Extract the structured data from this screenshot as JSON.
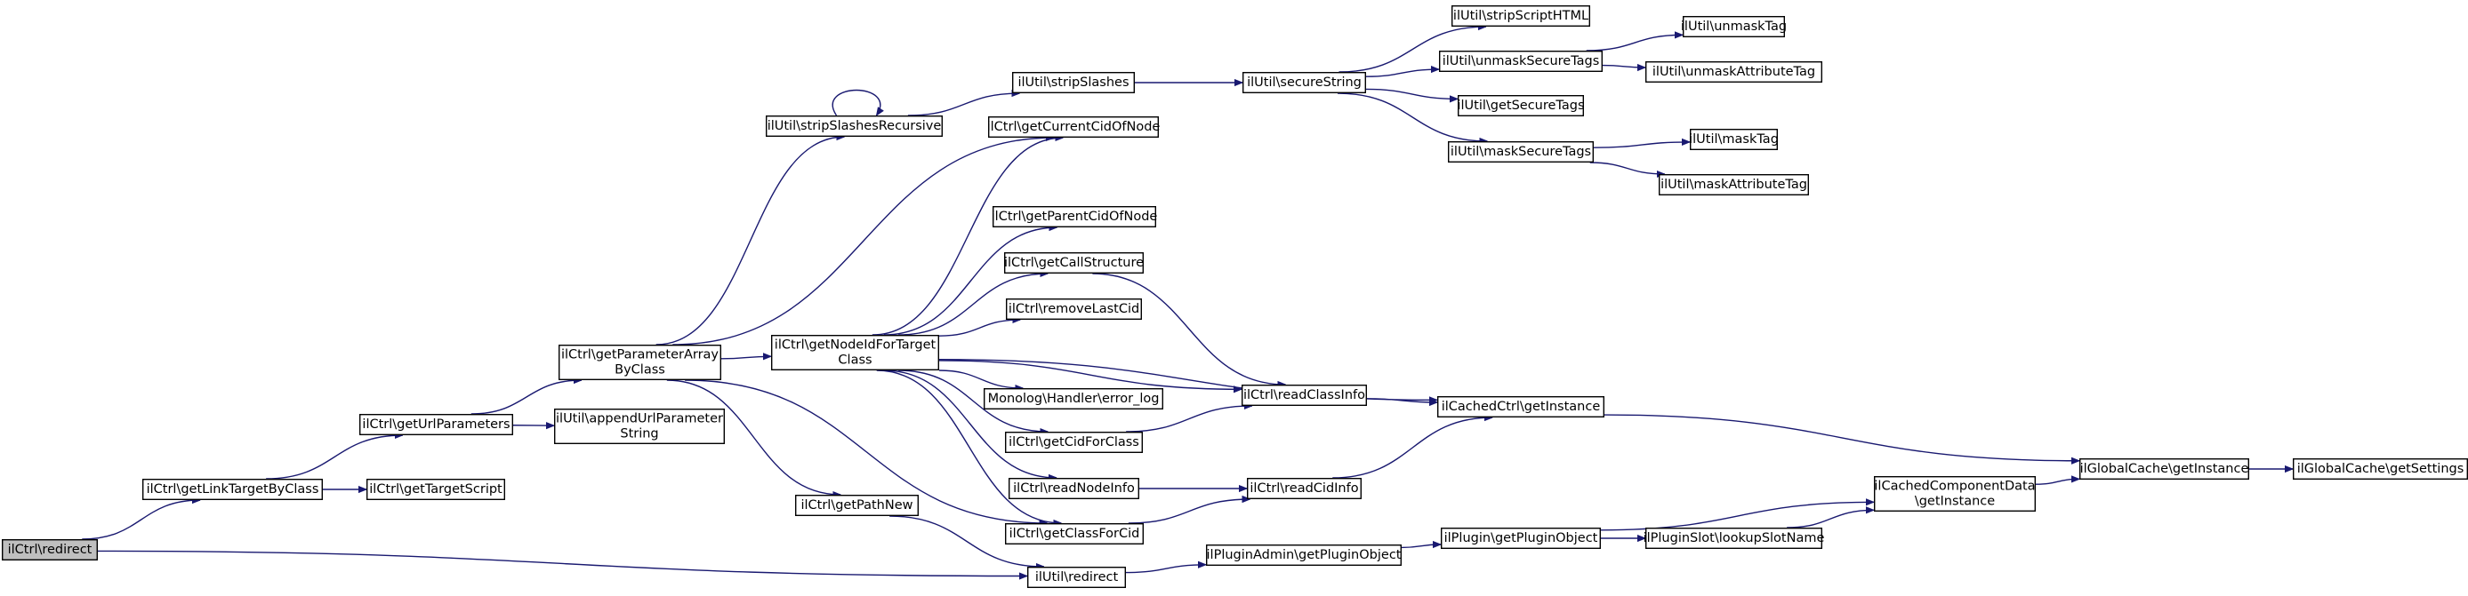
{
  "graph": {
    "root": "redirect",
    "nodes": [
      {
        "id": "redirect",
        "label": [
          "ilCtrl\\redirect"
        ]
      },
      {
        "id": "getLinkTargetByClass",
        "label": [
          "ilCtrl\\getLinkTargetByClass"
        ]
      },
      {
        "id": "utilRedirect",
        "label": [
          "ilUtil\\redirect"
        ]
      },
      {
        "id": "getUrlParameters",
        "label": [
          "ilCtrl\\getUrlParameters"
        ]
      },
      {
        "id": "getTargetScript",
        "label": [
          "ilCtrl\\getTargetScript"
        ]
      },
      {
        "id": "getParameterArrayByClass",
        "label": [
          "ilCtrl\\getParameterArray",
          "ByClass"
        ]
      },
      {
        "id": "appendUrlParameterString",
        "label": [
          "ilUtil\\appendUrlParameter",
          "String"
        ]
      },
      {
        "id": "stripSlashesRecursive",
        "label": [
          "ilUtil\\stripSlashesRecursive"
        ]
      },
      {
        "id": "getNodeIdForTargetClass",
        "label": [
          "ilCtrl\\getNodeIdForTarget",
          "Class"
        ]
      },
      {
        "id": "getPathNew",
        "label": [
          "ilCtrl\\getPathNew"
        ]
      },
      {
        "id": "getClassForCid",
        "label": [
          "ilCtrl\\getClassForCid"
        ]
      },
      {
        "id": "stripSlashes",
        "label": [
          "ilUtil\\stripSlashes"
        ]
      },
      {
        "id": "getCurrentCidOfNode",
        "label": [
          "ilCtrl\\getCurrentCidOfNode"
        ]
      },
      {
        "id": "getParentCidOfNode",
        "label": [
          "ilCtrl\\getParentCidOfNode"
        ]
      },
      {
        "id": "getCallStructure",
        "label": [
          "ilCtrl\\getCallStructure"
        ]
      },
      {
        "id": "removeLastCid",
        "label": [
          "ilCtrl\\removeLastCid"
        ]
      },
      {
        "id": "errorLog",
        "label": [
          "Monolog\\Handler\\error_log"
        ]
      },
      {
        "id": "getCidForClass",
        "label": [
          "ilCtrl\\getCidForClass"
        ]
      },
      {
        "id": "readNodeInfo",
        "label": [
          "ilCtrl\\readNodeInfo"
        ]
      },
      {
        "id": "getPluginObjectAdmin",
        "label": [
          "ilPluginAdmin\\getPluginObject"
        ]
      },
      {
        "id": "secureString",
        "label": [
          "ilUtil\\secureString"
        ]
      },
      {
        "id": "readClassInfo",
        "label": [
          "ilCtrl\\readClassInfo"
        ]
      },
      {
        "id": "readCidInfo",
        "label": [
          "ilCtrl\\readCidInfo"
        ]
      },
      {
        "id": "getPluginObjectPlugin",
        "label": [
          "ilPlugin\\getPluginObject"
        ]
      },
      {
        "id": "stripScriptHTML",
        "label": [
          "ilUtil\\stripScriptHTML"
        ]
      },
      {
        "id": "unmaskSecureTags",
        "label": [
          "ilUtil\\unmaskSecureTags"
        ]
      },
      {
        "id": "getSecureTags",
        "label": [
          "ilUtil\\getSecureTags"
        ]
      },
      {
        "id": "maskSecureTags",
        "label": [
          "ilUtil\\maskSecureTags"
        ]
      },
      {
        "id": "cachedCtrlGetInstance",
        "label": [
          "ilCachedCtrl\\getInstance"
        ]
      },
      {
        "id": "lookupSlotName",
        "label": [
          "ilPluginSlot\\lookupSlotName"
        ]
      },
      {
        "id": "unmaskTag",
        "label": [
          "ilUtil\\unmaskTag"
        ]
      },
      {
        "id": "unmaskAttributeTag",
        "label": [
          "ilUtil\\unmaskAttributeTag"
        ]
      },
      {
        "id": "maskTag",
        "label": [
          "ilUtil\\maskTag"
        ]
      },
      {
        "id": "maskAttributeTag",
        "label": [
          "ilUtil\\maskAttributeTag"
        ]
      },
      {
        "id": "cachedComponentDataGetInstance",
        "label": [
          "ilCachedComponentData",
          "\\getInstance"
        ]
      },
      {
        "id": "globalCacheGetInstance",
        "label": [
          "ilGlobalCache\\getInstance"
        ]
      },
      {
        "id": "globalCacheGetSettings",
        "label": [
          "ilGlobalCache\\getSettings"
        ]
      }
    ],
    "edges": [
      [
        "redirect",
        "getLinkTargetByClass"
      ],
      [
        "redirect",
        "utilRedirect"
      ],
      [
        "getLinkTargetByClass",
        "getUrlParameters"
      ],
      [
        "getLinkTargetByClass",
        "getTargetScript"
      ],
      [
        "getUrlParameters",
        "getParameterArrayByClass"
      ],
      [
        "getUrlParameters",
        "appendUrlParameterString"
      ],
      [
        "getParameterArrayByClass",
        "stripSlashesRecursive"
      ],
      [
        "getParameterArrayByClass",
        "getCurrentCidOfNode"
      ],
      [
        "getParameterArrayByClass",
        "getNodeIdForTargetClass"
      ],
      [
        "getParameterArrayByClass",
        "getPathNew"
      ],
      [
        "getParameterArrayByClass",
        "getClassForCid"
      ],
      [
        "stripSlashesRecursive",
        "stripSlashesRecursive"
      ],
      [
        "stripSlashesRecursive",
        "stripSlashes"
      ],
      [
        "stripSlashes",
        "secureString"
      ],
      [
        "secureString",
        "stripScriptHTML"
      ],
      [
        "secureString",
        "unmaskSecureTags"
      ],
      [
        "secureString",
        "getSecureTags"
      ],
      [
        "secureString",
        "maskSecureTags"
      ],
      [
        "unmaskSecureTags",
        "unmaskTag"
      ],
      [
        "unmaskSecureTags",
        "unmaskAttributeTag"
      ],
      [
        "maskSecureTags",
        "maskTag"
      ],
      [
        "maskSecureTags",
        "maskAttributeTag"
      ],
      [
        "getNodeIdForTargetClass",
        "getCurrentCidOfNode"
      ],
      [
        "getNodeIdForTargetClass",
        "getParentCidOfNode"
      ],
      [
        "getNodeIdForTargetClass",
        "getCallStructure"
      ],
      [
        "getNodeIdForTargetClass",
        "removeLastCid"
      ],
      [
        "getNodeIdForTargetClass",
        "readClassInfo"
      ],
      [
        "getNodeIdForTargetClass",
        "errorLog"
      ],
      [
        "getNodeIdForTargetClass",
        "getCidForClass"
      ],
      [
        "getNodeIdForTargetClass",
        "readNodeInfo"
      ],
      [
        "getNodeIdForTargetClass",
        "getClassForCid"
      ],
      [
        "getNodeIdForTargetClass",
        "cachedCtrlGetInstance"
      ],
      [
        "getCallStructure",
        "readClassInfo"
      ],
      [
        "getCidForClass",
        "readClassInfo"
      ],
      [
        "readNodeInfo",
        "readCidInfo"
      ],
      [
        "getClassForCid",
        "readCidInfo"
      ],
      [
        "readClassInfo",
        "cachedCtrlGetInstance"
      ],
      [
        "readCidInfo",
        "cachedCtrlGetInstance"
      ],
      [
        "cachedCtrlGetInstance",
        "globalCacheGetInstance"
      ],
      [
        "getPathNew",
        "utilRedirect"
      ],
      [
        "utilRedirect",
        "getPluginObjectAdmin"
      ],
      [
        "getPluginObjectAdmin",
        "getPluginObjectPlugin"
      ],
      [
        "getPluginObjectPlugin",
        "lookupSlotName"
      ],
      [
        "getPluginObjectPlugin",
        "cachedComponentDataGetInstance"
      ],
      [
        "lookupSlotName",
        "cachedComponentDataGetInstance"
      ],
      [
        "cachedComponentDataGetInstance",
        "globalCacheGetInstance"
      ],
      [
        "globalCacheGetInstance",
        "globalCacheGetSettings"
      ]
    ]
  }
}
